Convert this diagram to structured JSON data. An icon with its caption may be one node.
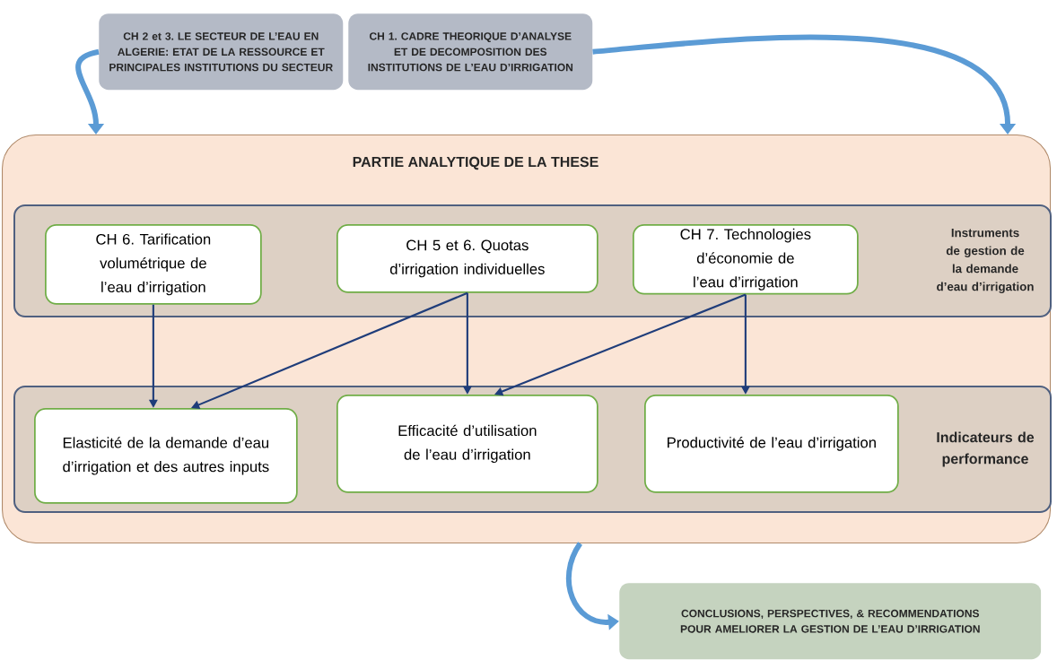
{
  "diagram": {
    "nodes": [
      {
        "text": [
          "CH 2 et 3. LE SECTEUR DE L’EAU EN ALGERIE: ETAT DE LA RESSOURCE ET PRINCIPALES INSTITUTIONS DU SECTEUR"
        ]
      },
      {
        "text": [
          "CH 1. CADRE THEORIQUE D’ANALYSE ET DE DECOMPOSITION DES INSTITUTIONS DE L’EAU D’IRRIGATION"
        ]
      },
      {
        "text": [
          "PARTIE ANALYTIQUE DE LA THESE"
        ]
      },
      {
        "text": [
          "Instruments de gestion de la demande d’eau d’irrigation"
        ],
        "in": 2
      },
      {
        "text": [
          "CH 6. Tarification volumétrique de l’eau d’irrigation"
        ],
        "in": 3
      },
      {
        "text": [
          "CH 5 et 6. Quotas d’irrigation individuelles"
        ],
        "in": 3
      },
      {
        "text": [
          "CH 7. Technologies d’économie de l’eau d’irrigation"
        ],
        "in": 3
      },
      {
        "text": [
          "Indicateurs de performance"
        ],
        "in": 2
      },
      {
        "text": [
          "Elasticité de la demande d’eau d’irrigation et des autres inputs"
        ],
        "in": 7
      },
      {
        "text": [
          "Efficacité d’utilisation de l’eau d’irrigation"
        ],
        "in": 7
      },
      {
        "text": [
          "Productivité de l’eau d’irrigation"
        ],
        "in": 7
      },
      {
        "text": [
          "CONCLUSIONS, PERSPECTIVES, & RECOMMENDATIONS POUR AMELIORER LA GESTION DE L’EAU D’IRRIGATION"
        ]
      }
    ],
    "edges": [
      {
        "from": 0,
        "to": 2,
        "arrow": "to",
        "style": "thick",
        "color": "#5b9bd5"
      },
      {
        "from": 1,
        "to": 2,
        "arrow": "to",
        "style": "thick",
        "color": "#5b9bd5"
      },
      {
        "from": 2,
        "to": 11,
        "arrow": "to",
        "style": "thick",
        "color": "#5b9bd5"
      },
      {
        "from": 4,
        "to": 8,
        "arrow": "to"
      },
      {
        "from": 5,
        "to": 8,
        "arrow": "to"
      },
      {
        "from": 5,
        "to": 9,
        "arrow": "to"
      },
      {
        "from": 6,
        "to": 9,
        "arrow": "to"
      },
      {
        "from": 6,
        "to": 10,
        "arrow": "to"
      }
    ]
  }
}
